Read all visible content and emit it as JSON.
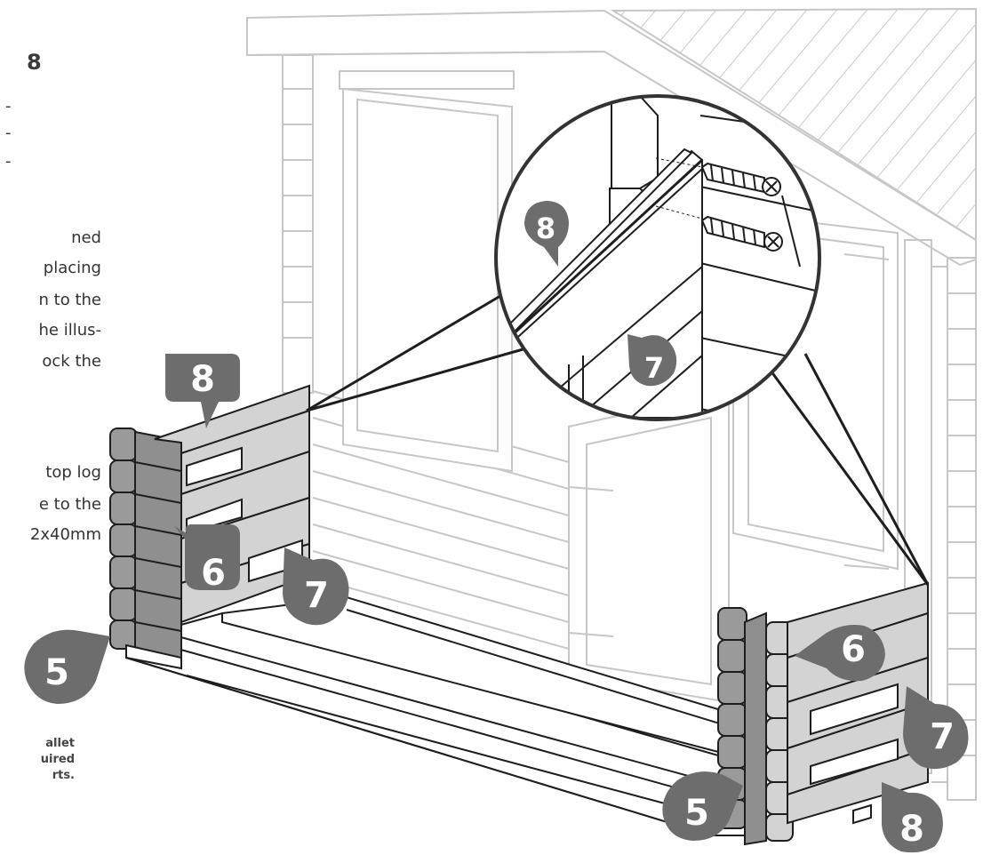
{
  "step_number": "8",
  "cut_marks": [
    "-",
    "-",
    "-"
  ],
  "paragraph_lines": [
    "ned",
    "placing",
    "n to the",
    "he illus-",
    "ock the",
    "top log",
    "e to the",
    "2x40mm"
  ],
  "note_lines": [
    "allet",
    "uired",
    "rts."
  ],
  "callouts": {
    "left_top": "8",
    "left_6": "6",
    "left_7": "7",
    "left_5": "5",
    "zoom_8": "8",
    "zoom_7": "7",
    "right_6": "6",
    "right_7": "7",
    "right_5": "5",
    "right_8": "8"
  },
  "colors": {
    "callout_fill": "#6d6d6d",
    "panel_light": "#d3d3d3",
    "panel_dark": "#9a9a9a",
    "line_light": "#c7c7c7",
    "line_dark": "#1e1e1e"
  },
  "icons": {
    "screw_1": "screw-icon",
    "screw_2": "screw-icon"
  }
}
